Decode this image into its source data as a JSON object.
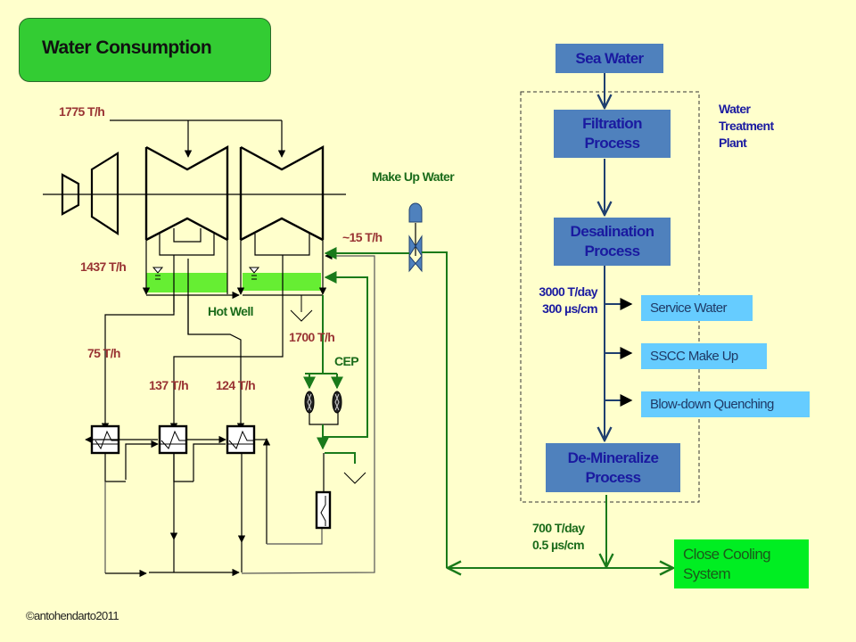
{
  "title": "Water Consumption",
  "turbine_section": {
    "flows": {
      "main_steam": "1775 T/h",
      "condenser_inflow": "1437 T/h",
      "makeup_flow": "~15 T/h",
      "cep_flow": "1700 T/h",
      "heater_1": "75 T/h",
      "heater_2": "137 T/h",
      "heater_3": "124 T/h"
    },
    "labels": {
      "hot_well": "Hot Well",
      "make_up_water": "Make Up Water",
      "cep": "CEP"
    }
  },
  "treatment_plant": {
    "label_lines": [
      "Water",
      "Treatment",
      "Plant"
    ],
    "source": "Sea Water",
    "filtration": [
      "Filtration",
      "Process"
    ],
    "desalination": [
      "Desalination",
      "Process"
    ],
    "desal_output": [
      "3000 T/day",
      "300 µs/cm"
    ],
    "consumers": [
      "Service Water",
      "SSCC Make Up",
      "Blow-down Quenching"
    ],
    "demineralize": [
      "De-Mineralize",
      "Process"
    ],
    "demin_output": [
      "700 T/day",
      "0.5 µs/cm"
    ],
    "destination": [
      "Close Cooling",
      "System"
    ]
  },
  "colors": {
    "background": "#ffffcc",
    "title_box": "#33cc33",
    "process_box": "#4f81bd",
    "consumer_box": "#66ccff",
    "destination_box": "#00ee22",
    "hotwell_water": "#66ee33",
    "green_line": "#1a7a1a",
    "flow_label": "#993333"
  },
  "copyright": "©antohendarto2011"
}
